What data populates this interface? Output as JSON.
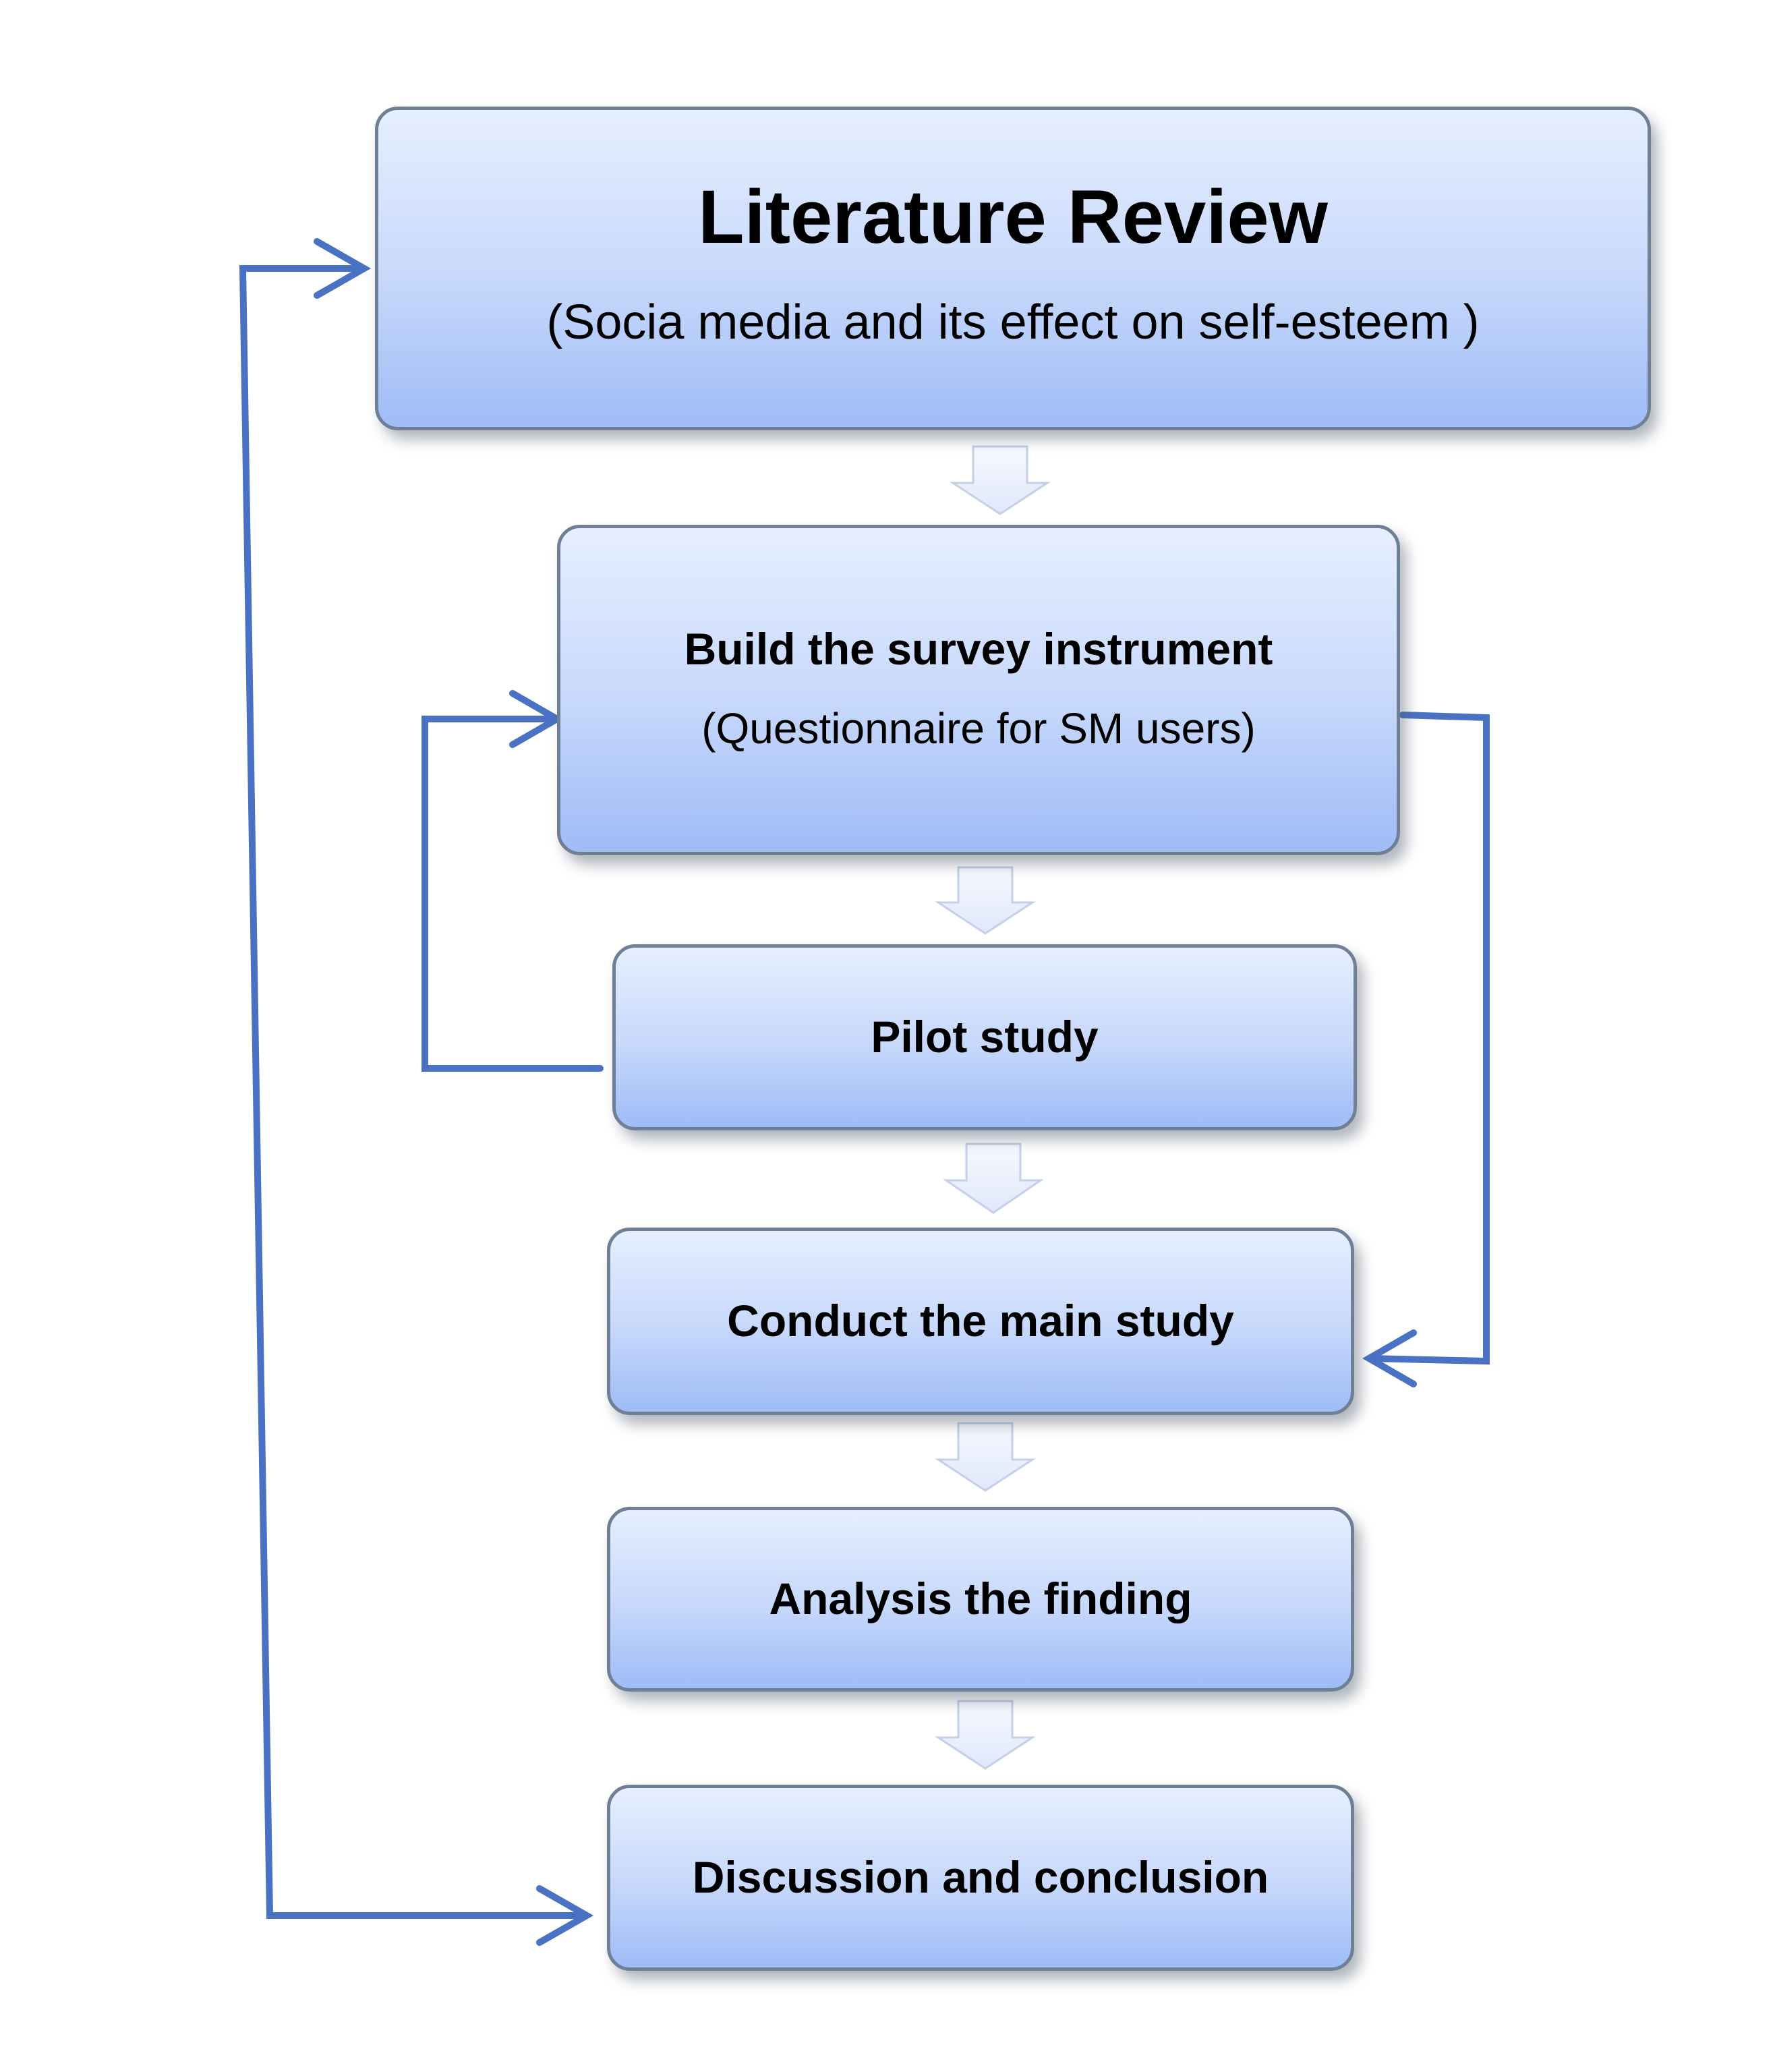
{
  "diagram": {
    "boxes": [
      {
        "title": "Literature Review",
        "subtitle": "(Socia media and its effect on self-esteem )"
      },
      {
        "title": "Build the survey instrument",
        "subtitle": "(Questionnaire for SM users)"
      },
      {
        "title": "Pilot study"
      },
      {
        "title": "Conduct the main study"
      },
      {
        "title": "Analysis the finding"
      },
      {
        "title": "Discussion and conclusion"
      }
    ],
    "colors": {
      "connector_line": "#4a72c4",
      "block_arrow_fill": "#eef3ff",
      "block_arrow_edge": "#c3d0e8",
      "box_top": "#e6efff",
      "box_bottom": "#9fbcf7",
      "box_border": "#6f7f96"
    }
  }
}
